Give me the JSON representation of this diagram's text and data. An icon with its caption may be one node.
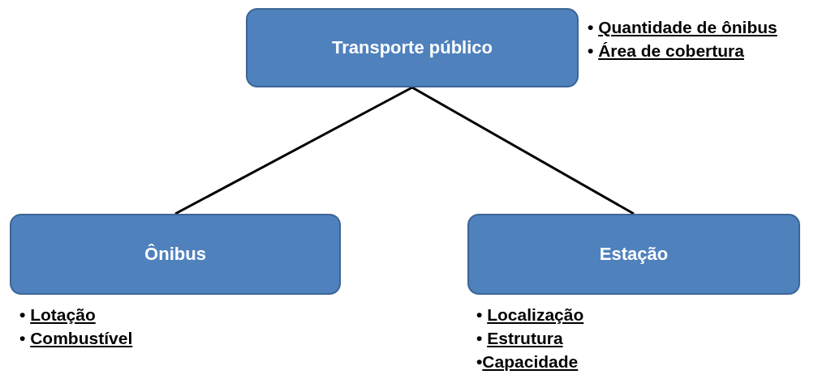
{
  "diagram": {
    "nodes": [
      {
        "text": [
          "Transporte público"
        ],
        "beside": [
          "• Quantidade de ônibus",
          "• Área de cobertura"
        ]
      },
      {
        "text": [
          "Ônibus"
        ],
        "beside": [
          "• Lotação",
          "• Combustível"
        ]
      },
      {
        "text": [
          "Estação"
        ],
        "beside": [
          "• Localização",
          "• Estrutura",
          "•Capacidade"
        ]
      }
    ],
    "edges": [
      {
        "from": 0,
        "to": 1,
        "arrow": "none"
      },
      {
        "from": 0,
        "to": 2,
        "arrow": "none"
      }
    ]
  }
}
